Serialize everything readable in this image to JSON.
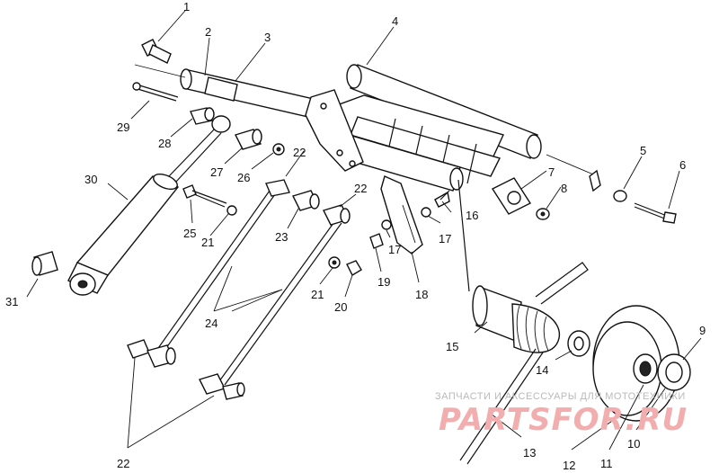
{
  "diagram": {
    "callouts": [
      "1",
      "2",
      "3",
      "4",
      "5",
      "6",
      "7",
      "8",
      "9",
      "10",
      "11",
      "12",
      "13",
      "14",
      "15",
      "16",
      "17",
      "17",
      "18",
      "19",
      "20",
      "21",
      "21",
      "22",
      "22",
      "22",
      "23",
      "24",
      "25",
      "26",
      "27",
      "28",
      "29",
      "30",
      "31"
    ]
  },
  "watermark": {
    "caption": "ЗАПЧАСТИ И АКСЕССУАРЫ ДЛЯ МОТОТЕХНИКИ",
    "logo": "PARTSFOR.RU"
  }
}
